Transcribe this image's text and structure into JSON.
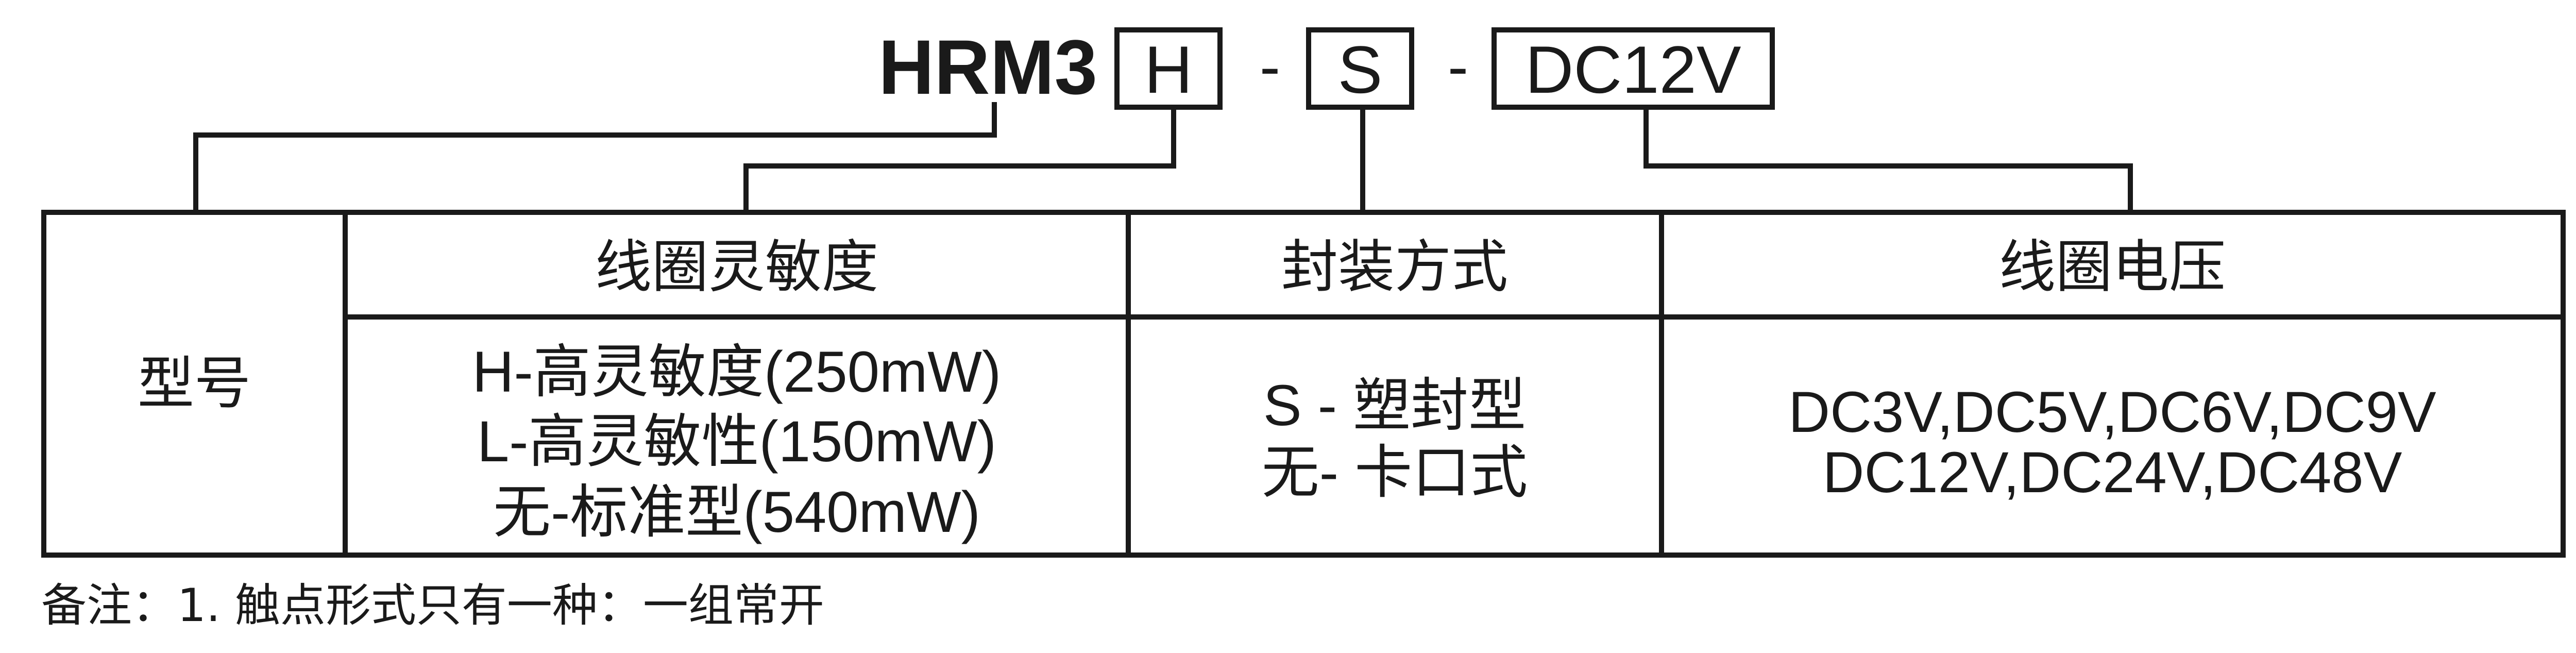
{
  "code": {
    "prefix": "HRM3",
    "segments": [
      "H",
      "S",
      "DC12V"
    ],
    "separator": "-"
  },
  "table": {
    "model_label": "型号",
    "columns": [
      {
        "header": "线圈灵敏度",
        "lines": [
          "H-高灵敏度(250mW)",
          "L-高灵敏性(150mW)",
          "无-标准型(540mW)"
        ]
      },
      {
        "header": "封装方式",
        "lines": [
          "S -  塑封型",
          "无- 卡口式"
        ]
      },
      {
        "header": "线圈电压",
        "lines": [
          "DC3V,DC5V,DC6V,DC9V",
          "DC12V,DC24V,DC48V"
        ]
      }
    ]
  },
  "note": "备注：1. 触点形式只有一种：一组常开",
  "colors": {
    "line": "#1a1a1a",
    "background": "#ffffff"
  }
}
